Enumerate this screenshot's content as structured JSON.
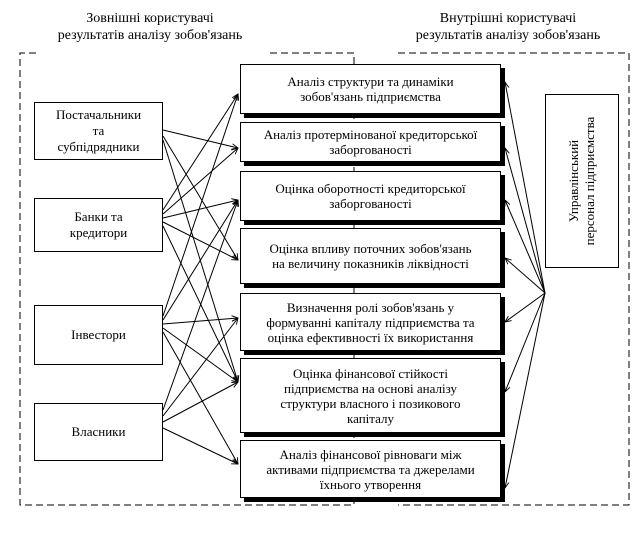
{
  "headers": {
    "external_line1": "Зовнішні користувачі",
    "external_line2": "результатів аналізу зобов'язань",
    "internal_line1": "Внутрішні користувачі",
    "internal_line2": "результатів аналізу зобов'язань"
  },
  "external_users": [
    {
      "line1": "Постачальники",
      "line2": "та",
      "line3": "субпідрядники"
    },
    {
      "line1": "Банки та",
      "line2": "кредитори"
    },
    {
      "line1": "Інвестори"
    },
    {
      "line1": "Власники"
    }
  ],
  "analysis_areas": [
    {
      "line1": "Аналіз структури та динаміки",
      "line2": "зобов'язань підприємства"
    },
    {
      "line1": "Аналіз протермінованої кредиторської",
      "line2": "заборгованості"
    },
    {
      "line1": "Оцінка оборотності кредиторської",
      "line2": "заборгованості"
    },
    {
      "line1": "Оцінка впливу поточних зобов'язань",
      "line2": "на величину показників ліквідності"
    },
    {
      "line1": "Визначення ролі зобов'язань у",
      "line2": "формуванні капіталу підприємства та",
      "line3": "оцінка ефективності їх використання"
    },
    {
      "line1": "Оцінка фінансової стійкості",
      "line2": "підприємства на основі аналізу",
      "line3": "структури власного і позикового",
      "line4": "капіталу"
    },
    {
      "line1": "Аналіз фінансової рівноваги між",
      "line2": "активами підприємства та джерелами",
      "line3": "їхнього утворення"
    }
  ],
  "internal_user": {
    "line1": "Управлінський",
    "line2": "персонал підприємства"
  }
}
